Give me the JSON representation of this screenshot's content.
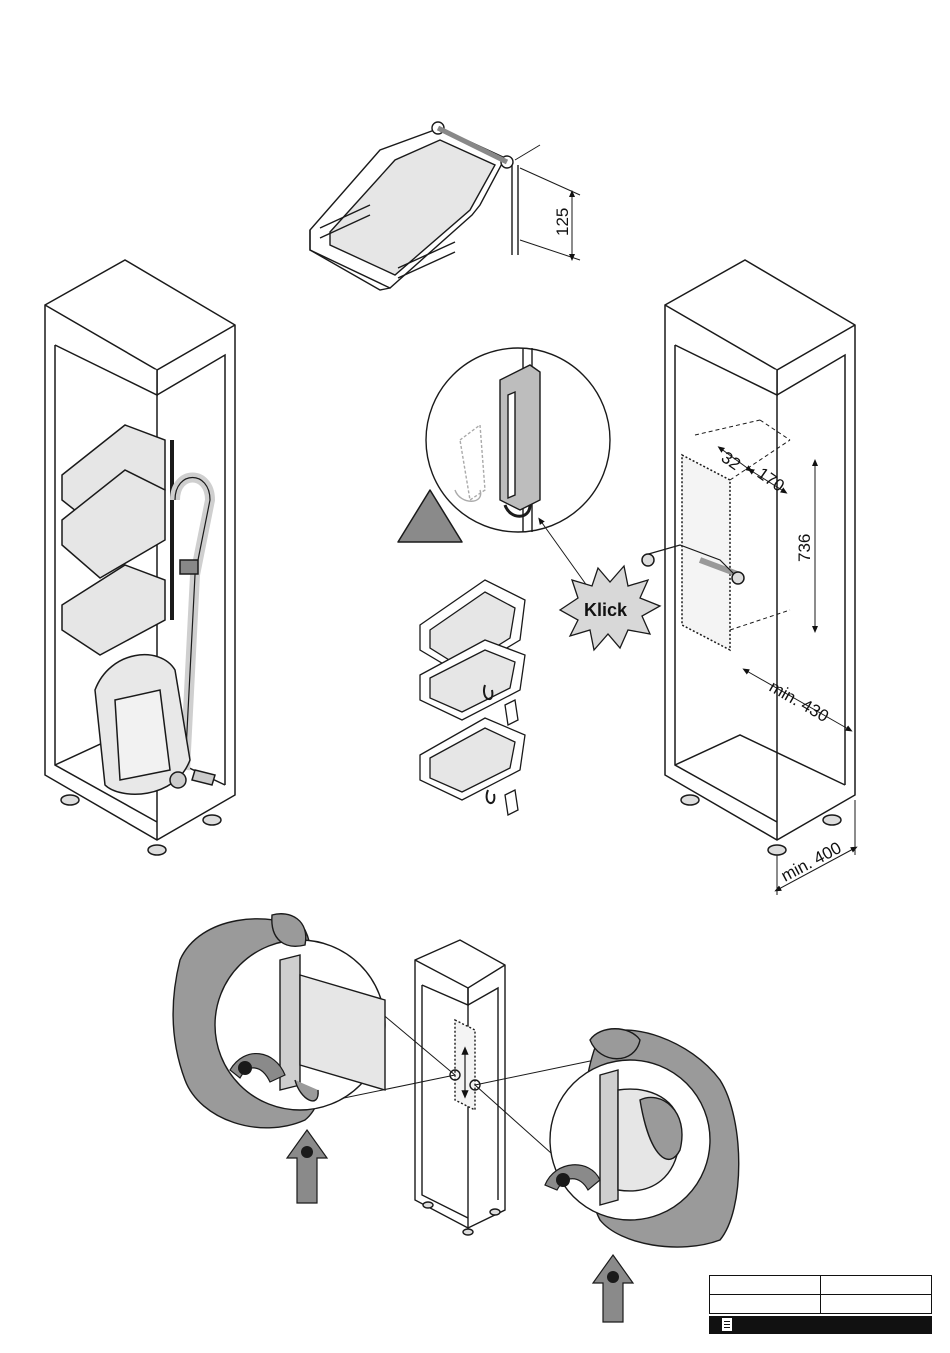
{
  "dimensions": {
    "shelf_height": "125",
    "hole_offset": "32",
    "column_offset": "170",
    "rail_length": "736",
    "min_depth": "min. 430",
    "min_width": "min. 400"
  },
  "callout": {
    "klick": "Klick"
  },
  "colors": {
    "line": "#1a1a1a",
    "shade_light": "#e6e6e6",
    "shade_mid": "#bdbdbd",
    "hand": "#9a9a9a",
    "arrow": "#8a8a8a",
    "dot": "#1a1a1a"
  },
  "icons": {
    "warning": "warning-triangle-icon",
    "document": "document-icon",
    "arrow": "up-arrow-icon",
    "rotate": "rotate-arrow-icon"
  }
}
